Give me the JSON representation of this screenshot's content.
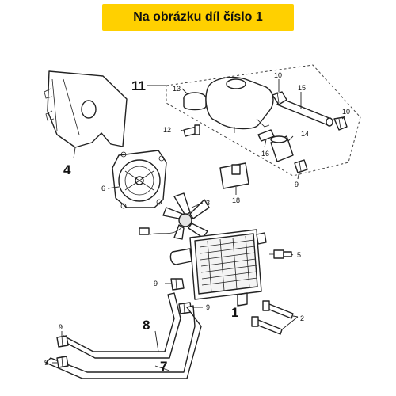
{
  "header": {
    "title": "Na obrázku díl číslo 1"
  },
  "callouts": {
    "c1": "1",
    "c2": "2",
    "c3": "3",
    "c4": "4",
    "c5": "5",
    "c6": "6",
    "c7": "7",
    "c8": "8",
    "c9a": "9",
    "c9b": "9",
    "c9c": "9",
    "c9d": "9",
    "c9e": "9",
    "c10a": "10",
    "c10b": "10",
    "c11": "11",
    "c12": "12",
    "c13": "13",
    "c14": "14",
    "c15": "15",
    "c16": "16",
    "c18": "18"
  }
}
